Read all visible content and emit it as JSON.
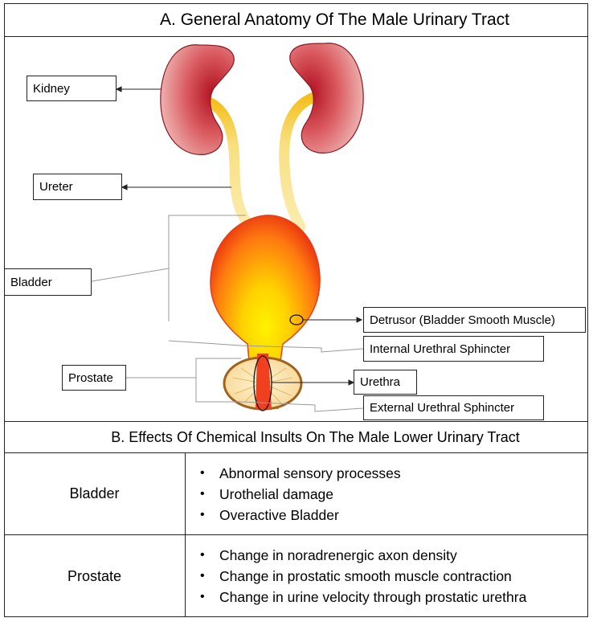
{
  "section_a": {
    "title": "A. General Anatomy Of The Male Urinary Tract",
    "labels": {
      "kidney": "Kidney",
      "ureter": "Ureter",
      "bladder": "Bladder",
      "prostate": "Prostate",
      "detrusor": "Detrusor (Bladder Smooth Muscle)",
      "internal_sphincter": "Internal Urethral Sphincter",
      "urethra": "Urethra",
      "external_sphincter": "External Urethral Sphincter"
    }
  },
  "section_b": {
    "title": "B. Effects Of Chemical Insults On The Male Lower Urinary Tract",
    "rows": [
      {
        "organ": "Bladder",
        "effects": [
          "Abnormal sensory processes",
          "Urothelial damage",
          "Overactive Bladder"
        ]
      },
      {
        "organ": "Prostate",
        "effects": [
          "Change in noradrenergic axon density",
          "Change in prostatic smooth muscle contraction",
          "Change in urine velocity through prostatic urethra"
        ]
      }
    ]
  },
  "colors": {
    "kidney": "#c0303a",
    "bladder": "#f08020",
    "ureter": "#f5d870",
    "prostate": "#a0631e"
  }
}
